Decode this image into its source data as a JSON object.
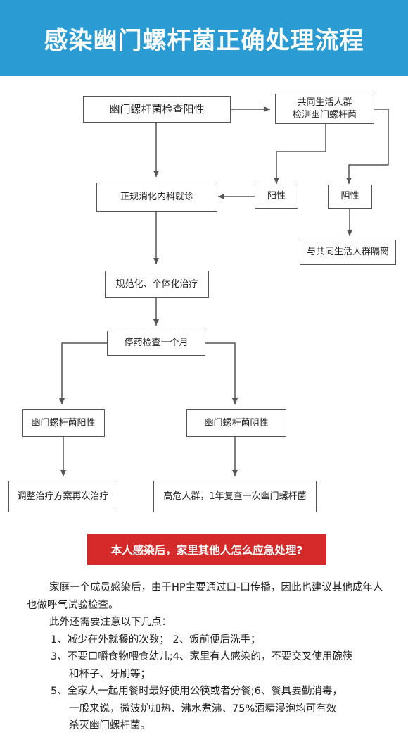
{
  "header": {
    "title": "感染幽门螺杆菌正确处理流程"
  },
  "flow": {
    "positive_test": "幽门螺杆菌检查阳性",
    "cohabitants_test": [
      "共同生活人群",
      "检测幽门螺杆菌"
    ],
    "cohabitants_positive": "阳性",
    "cohabitants_negative": "阴性",
    "isolate": "与共同生活人群隔离",
    "gastro_visit": "正规消化内科就诊",
    "treatment": "规范化、个体化治疗",
    "stop_check": "停药检查一个月",
    "result_positive": "幽门螺杆菌阳性",
    "result_negative": "幽门螺杆菌阴性",
    "retreat": "调整治疗方案再次治疗",
    "high_risk": "高危人群，1年复查一次幽门螺杆菌"
  },
  "banner": {
    "text": "本人感染后，家里其他人怎么应急处理?"
  },
  "notes": {
    "intro": "家庭一个成员感染后，由于HP主要通过口-口传播，因此也建议其他成年人也做呼气试验检查。",
    "also": "此外还需要注意以下几点：",
    "items": [
      "1、减少在外就餐的次数；  2、饭前便后洗手；",
      "3、不要口嚼食物喂食幼儿;4、家里有人感染的，不要交叉使用碗筷",
      "和杯子、牙刷等；",
      "5、全家人一起用餐时最好使用公筷或者分餐;6、餐具要勤消毒，",
      "一般来说，微波炉加热、沸水煮沸、75%酒精浸泡均可有效",
      "杀灭幽门螺杆菌。"
    ]
  },
  "colors": {
    "header_bg": "#2b9bd3",
    "banner_bg": "#d42a2a",
    "line": "#555555"
  }
}
